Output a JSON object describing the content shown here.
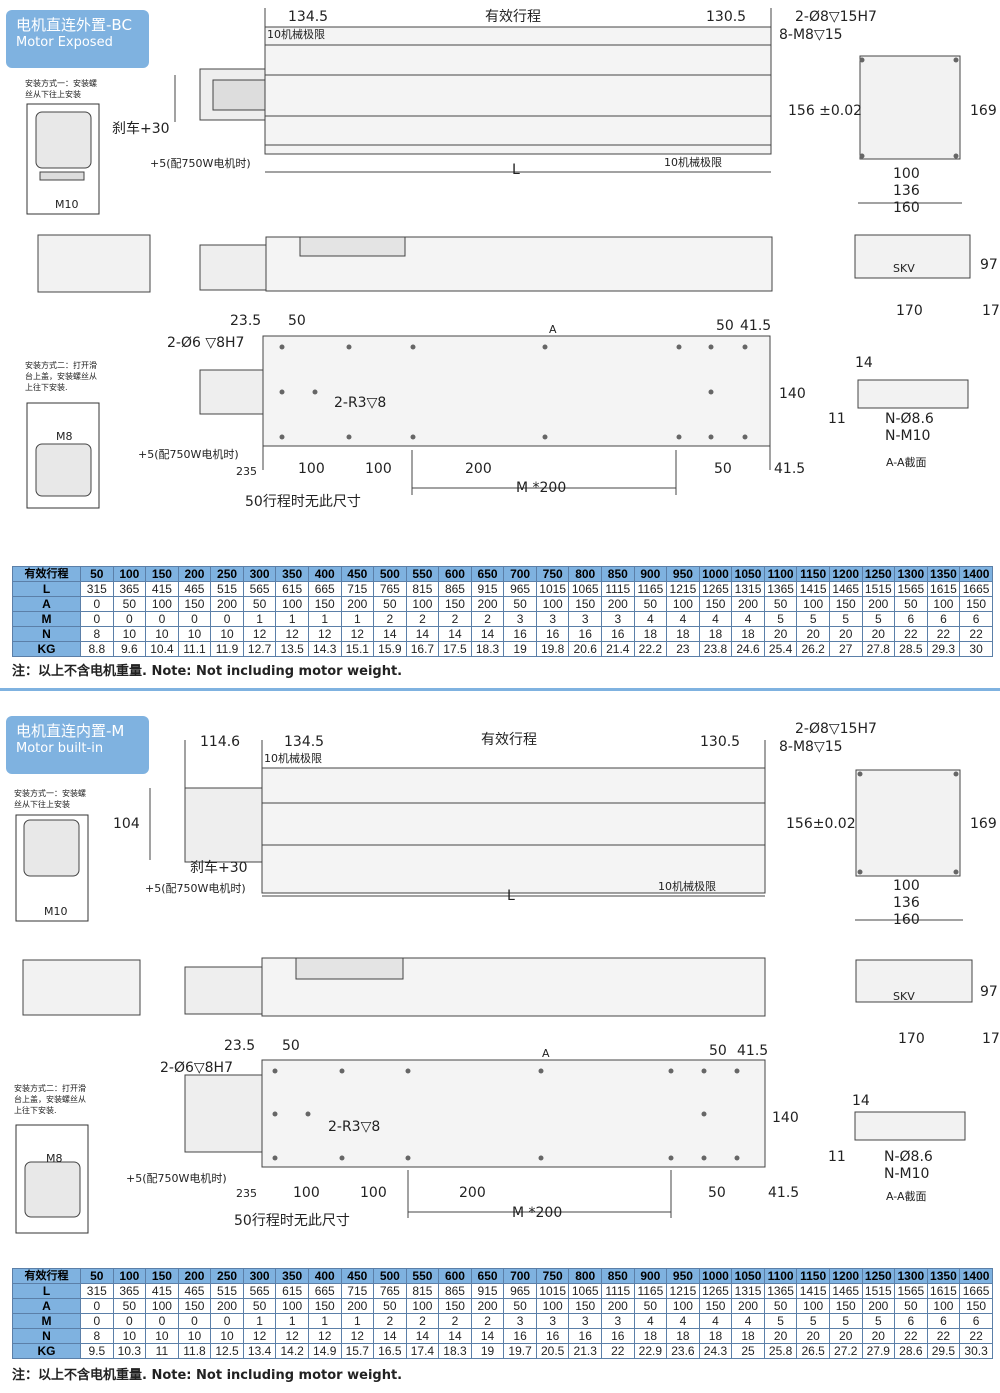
{
  "sections": [
    {
      "title_cn": "电机直连外置-BC",
      "title_en": "Motor Exposed",
      "mount1": "安装方式一：安装螺丝从下往上安装",
      "mount2": "安装方式二：打开滑台上盖，安装螺丝从上往下安装.",
      "labels": {
        "d134": "134.5",
        "stroke": "有效行程",
        "d130": "130.5",
        "limit1": "10机械极限",
        "limit2": "10机械极限",
        "hole_a": "2-Ø8▽15H7",
        "hole_b": "8-M8▽15",
        "d156": "156 ±0.02",
        "d169": "169",
        "brake": "刹车+30",
        "plus5": "+5(配750W电机时)",
        "L": "L",
        "d100": "100",
        "d136": "136",
        "d160": "160",
        "d97": "97",
        "d170": "170",
        "d17": "17",
        "d235": "23.5",
        "d50a": "50",
        "hole_c": "2-Ø6 ▽8H7",
        "r3": "2-R3▽8",
        "secA": "A",
        "d50b": "50",
        "d415": "41.5",
        "d140": "140",
        "d14": "14",
        "d11": "11",
        "n86": "N-Ø8.6",
        "nm10": "N-M10",
        "aa": "A-A截面",
        "plus5b": "+5(配750W电机时)",
        "d235b": "235",
        "d100a": "100",
        "d100b": "100",
        "d200": "200",
        "m200": "M *200",
        "d50c": "50",
        "d415b": "41.5",
        "note50": "50行程时无此尺寸",
        "m10": "M10",
        "m8": "M8",
        "logo": "SKV"
      },
      "table": {
        "header": "有效行程",
        "cols": [
          "50",
          "100",
          "150",
          "200",
          "250",
          "300",
          "350",
          "400",
          "450",
          "500",
          "550",
          "600",
          "650",
          "700",
          "750",
          "800",
          "850",
          "900",
          "950",
          "1000",
          "1050",
          "1100",
          "1150",
          "1200",
          "1250",
          "1300",
          "1350",
          "1400"
        ],
        "rows": [
          {
            "name": "L",
            "values": [
              "315",
              "365",
              "415",
              "465",
              "515",
              "565",
              "615",
              "665",
              "715",
              "765",
              "815",
              "865",
              "915",
              "965",
              "1015",
              "1065",
              "1115",
              "1165",
              "1215",
              "1265",
              "1315",
              "1365",
              "1415",
              "1465",
              "1515",
              "1565",
              "1615",
              "1665"
            ]
          },
          {
            "name": "A",
            "values": [
              "0",
              "50",
              "100",
              "150",
              "200",
              "50",
              "100",
              "150",
              "200",
              "50",
              "100",
              "150",
              "200",
              "50",
              "100",
              "150",
              "200",
              "50",
              "100",
              "150",
              "200",
              "50",
              "100",
              "150",
              "200",
              "50",
              "100",
              "150"
            ]
          },
          {
            "name": "M",
            "values": [
              "0",
              "0",
              "0",
              "0",
              "0",
              "1",
              "1",
              "1",
              "1",
              "2",
              "2",
              "2",
              "2",
              "3",
              "3",
              "3",
              "3",
              "4",
              "4",
              "4",
              "4",
              "5",
              "5",
              "5",
              "5",
              "6",
              "6",
              "6"
            ]
          },
          {
            "name": "N",
            "values": [
              "8",
              "10",
              "10",
              "10",
              "10",
              "12",
              "12",
              "12",
              "12",
              "14",
              "14",
              "14",
              "14",
              "16",
              "16",
              "16",
              "16",
              "18",
              "18",
              "18",
              "18",
              "20",
              "20",
              "20",
              "20",
              "22",
              "22",
              "22"
            ]
          },
          {
            "name": "KG",
            "values": [
              "8.8",
              "9.6",
              "10.4",
              "11.1",
              "11.9",
              "12.7",
              "13.5",
              "14.3",
              "15.1",
              "15.9",
              "16.7",
              "17.5",
              "18.3",
              "19",
              "19.8",
              "20.6",
              "21.4",
              "22.2",
              "23",
              "23.8",
              "24.6",
              "25.4",
              "26.2",
              "27",
              "27.8",
              "28.5",
              "29.3",
              "30"
            ]
          }
        ]
      },
      "note": "注：以上不含电机重量. Note: Not including motor weight."
    },
    {
      "title_cn": "电机直连内置-M",
      "title_en": "Motor built-in",
      "mount1": "安装方式一：安装螺丝从下往上安装",
      "mount2": "安装方式二：打开滑台上盖，安装螺丝从上往下安装.",
      "labels": {
        "d114": "114.6",
        "d134": "134.5",
        "stroke": "有效行程",
        "d130": "130.5",
        "limit1": "10机械极限",
        "limit2": "10机械极限",
        "hole_a": "2-Ø8▽15H7",
        "hole_b": "8-M8▽15",
        "d104": "104",
        "d156": "156±0.02",
        "d169": "169",
        "brake": "刹车+30",
        "plus5": "+5(配750W电机时)",
        "L": "L",
        "d100": "100",
        "d136": "136",
        "d160": "160",
        "d97": "97",
        "d170": "170",
        "d17": "17",
        "d235": "23.5",
        "d50a": "50",
        "hole_c": "2-Ø6▽8H7",
        "r3": "2-R3▽8",
        "secA": "A",
        "d50b": "50",
        "d415": "41.5",
        "d140": "140",
        "d14": "14",
        "d11": "11",
        "n86": "N-Ø8.6",
        "nm10": "N-M10",
        "aa": "A-A截面",
        "plus5b": "+5(配750W电机时)",
        "d235b": "235",
        "d100a": "100",
        "d100b": "100",
        "d200": "200",
        "m200": "M *200",
        "d50c": "50",
        "d415b": "41.5",
        "note50": "50行程时无此尺寸",
        "m10": "M10",
        "m8": "M8",
        "logo": "SKV"
      },
      "table": {
        "header": "有效行程",
        "cols": [
          "50",
          "100",
          "150",
          "200",
          "250",
          "300",
          "350",
          "400",
          "450",
          "500",
          "550",
          "600",
          "650",
          "700",
          "750",
          "800",
          "850",
          "900",
          "950",
          "1000",
          "1050",
          "1100",
          "1150",
          "1200",
          "1250",
          "1300",
          "1350",
          "1400"
        ],
        "rows": [
          {
            "name": "L",
            "values": [
              "315",
              "365",
              "415",
              "465",
              "515",
              "565",
              "615",
              "665",
              "715",
              "765",
              "815",
              "865",
              "915",
              "965",
              "1015",
              "1065",
              "1115",
              "1165",
              "1215",
              "1265",
              "1315",
              "1365",
              "1415",
              "1465",
              "1515",
              "1565",
              "1615",
              "1665"
            ]
          },
          {
            "name": "A",
            "values": [
              "0",
              "50",
              "100",
              "150",
              "200",
              "50",
              "100",
              "150",
              "200",
              "50",
              "100",
              "150",
              "200",
              "50",
              "100",
              "150",
              "200",
              "50",
              "100",
              "150",
              "200",
              "50",
              "100",
              "150",
              "200",
              "50",
              "100",
              "150"
            ]
          },
          {
            "name": "M",
            "values": [
              "0",
              "0",
              "0",
              "0",
              "0",
              "1",
              "1",
              "1",
              "1",
              "2",
              "2",
              "2",
              "2",
              "3",
              "3",
              "3",
              "3",
              "4",
              "4",
              "4",
              "4",
              "5",
              "5",
              "5",
              "5",
              "6",
              "6",
              "6"
            ]
          },
          {
            "name": "N",
            "values": [
              "8",
              "10",
              "10",
              "10",
              "10",
              "12",
              "12",
              "12",
              "12",
              "14",
              "14",
              "14",
              "14",
              "16",
              "16",
              "16",
              "16",
              "18",
              "18",
              "18",
              "18",
              "20",
              "20",
              "20",
              "20",
              "22",
              "22",
              "22"
            ]
          },
          {
            "name": "KG",
            "values": [
              "9.5",
              "10.3",
              "11",
              "11.8",
              "12.5",
              "13.4",
              "14.2",
              "14.9",
              "15.7",
              "16.5",
              "17.4",
              "18.3",
              "19",
              "19.7",
              "20.5",
              "21.3",
              "22",
              "22.9",
              "23.6",
              "24.3",
              "25",
              "25.8",
              "26.5",
              "27.2",
              "27.9",
              "28.6",
              "29.5",
              "30.3"
            ]
          }
        ]
      },
      "note": "注：以上不含电机重量. Note: Not including motor weight."
    }
  ]
}
